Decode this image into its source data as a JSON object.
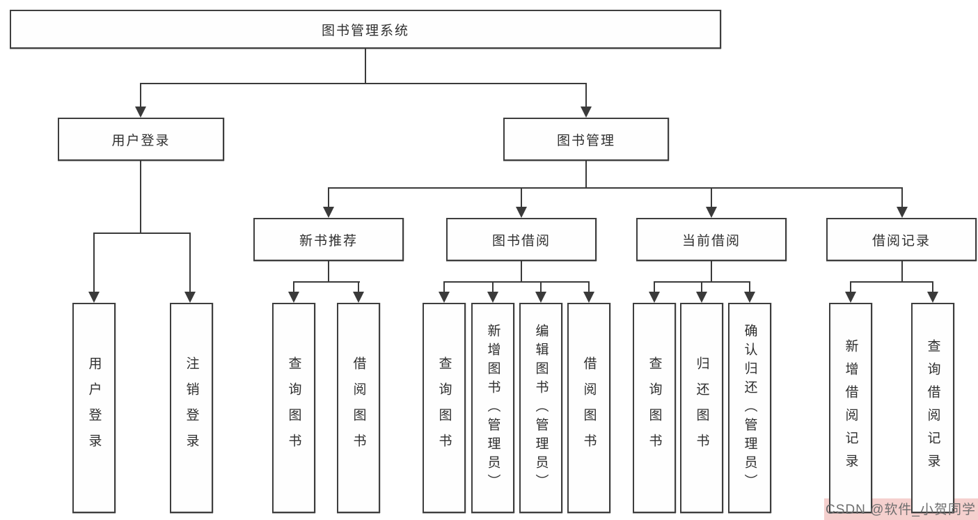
{
  "tree": {
    "label": "图书管理系统",
    "children": [
      {
        "label": "用户登录",
        "children": [
          {
            "label": "用户登录"
          },
          {
            "label": "注销登录"
          }
        ]
      },
      {
        "label": "图书管理",
        "children": [
          {
            "label": "新书推荐",
            "children": [
              {
                "label": "查询图书"
              },
              {
                "label": "借阅图书"
              }
            ]
          },
          {
            "label": "图书借阅",
            "children": [
              {
                "label": "查询图书"
              },
              {
                "label": "新增图书（管理员）"
              },
              {
                "label": "编辑图书（管理员）"
              },
              {
                "label": "借阅图书"
              }
            ]
          },
          {
            "label": "当前借阅",
            "children": [
              {
                "label": "查询图书"
              },
              {
                "label": "归还图书"
              },
              {
                "label": "确认归还（管理员）"
              }
            ]
          },
          {
            "label": "借阅记录",
            "children": [
              {
                "label": "新增借阅记录"
              },
              {
                "label": "查询借阅记录"
              }
            ]
          }
        ]
      }
    ]
  },
  "watermark": {
    "text": "CSDN @软件_小贺同学"
  },
  "colors": {
    "box_border": "#3e3e3e",
    "connector": "#3a3a3a",
    "text": "#2f2f2f",
    "watermark_bg": "#f5d0ce",
    "watermark_text": "#6e6e6e",
    "background": "#ffffff"
  }
}
